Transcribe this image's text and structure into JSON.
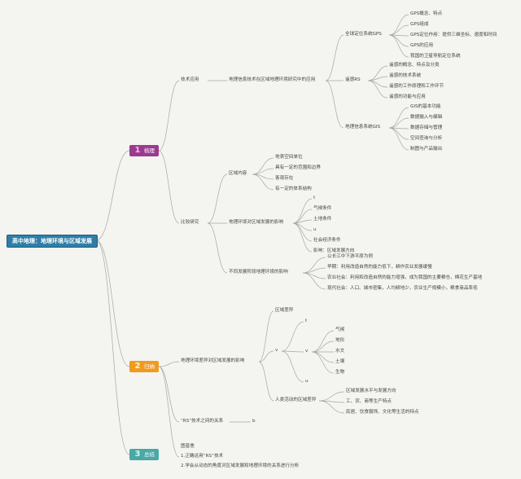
{
  "root": "高中地理：地理环境与区域发展",
  "sections": [
    {
      "num": "1",
      "label": "梳理"
    },
    {
      "num": "2",
      "label": "归纳"
    },
    {
      "num": "3",
      "label": "总结"
    }
  ],
  "n": {
    "tech_app": "技术应用",
    "rs_app": "地理信息技术在区域地理环境研究中的应用",
    "gps": "全球定位系统GPS",
    "gps1": "GPS概念、特点",
    "gps2": "GPS组成",
    "gps3": "GPS定位作用：提供三维坐标、速度和时间",
    "gps4": "GPS的应用",
    "gps5": "我国的卫星导航定位系统",
    "rs": "遥感RS",
    "rs1": "遥感的概念、特点及分类",
    "rs2": "遥感的技术系统",
    "rs3": "遥感的工作原理和工作环节",
    "rs4": "遥感的功能与应用",
    "gis": "地理信息系统GIS",
    "gis1": "GIS的基本功能",
    "gis2": "数据输入与编辑",
    "gis3": "数据存储与管理",
    "gis4": "空间查询与分析",
    "gis5": "制图与产品输出",
    "compare": "比较研究",
    "region_content": "区域内容",
    "rc1": "地表空间单位",
    "rc2": "具有一定的范围和边界",
    "rc3": "客观存在",
    "rc4": "有一定的体系结构",
    "env_impact": "地理环境对区域发展的影响",
    "ei0": "t",
    "ei1": "气候条件",
    "ei2": "土地条件",
    "ei3": "u",
    "ei4": "社会经济条件",
    "ei5": "影响：区域发展方向",
    "stage_impact": "不同发展阶段地理环境的影响",
    "si1": "以长江中下游平原为例",
    "si2": "早期：利用改造自然的能力低下，耕作农业发展缓慢",
    "si3": "农业社会：利用和改造自然的能力增强，成为我国的主要粮仓，棉花生产基地",
    "si4": "现代社会：人口、城市密集，人均耕地少，农业生产规模小，粮食商品率低",
    "diff_impact": "地理环境差异对区域发展的影响",
    "region_diff": "区域差异",
    "v1": "v",
    "t2": "t",
    "v2": "v",
    "cl": "气候",
    "tx": "地形",
    "sw": "水文",
    "tr": "土壤",
    "bio": "生物",
    "u2": "u",
    "human_diff": "人类活动的区域差异",
    "hd1": "区域发展水平与发展方向",
    "hd2": "工、农、商等生产特点",
    "hd3": "民居、饮食服饰、文化等生活的特点",
    "rs_relation": "“RS”技术之间的关系",
    "b": "b",
    "s1": "图普熏",
    "s2": "1.正确运用“RS”技术",
    "s3": "2.学会从动态的角度对区域发展和地理环境的关系进行分析"
  },
  "colors": {
    "line": "#9a9a9a",
    "root": "#2f7ea8",
    "sec1": "#9b3b8f",
    "sec2": "#f09a20",
    "sec3": "#4aa8a6"
  }
}
